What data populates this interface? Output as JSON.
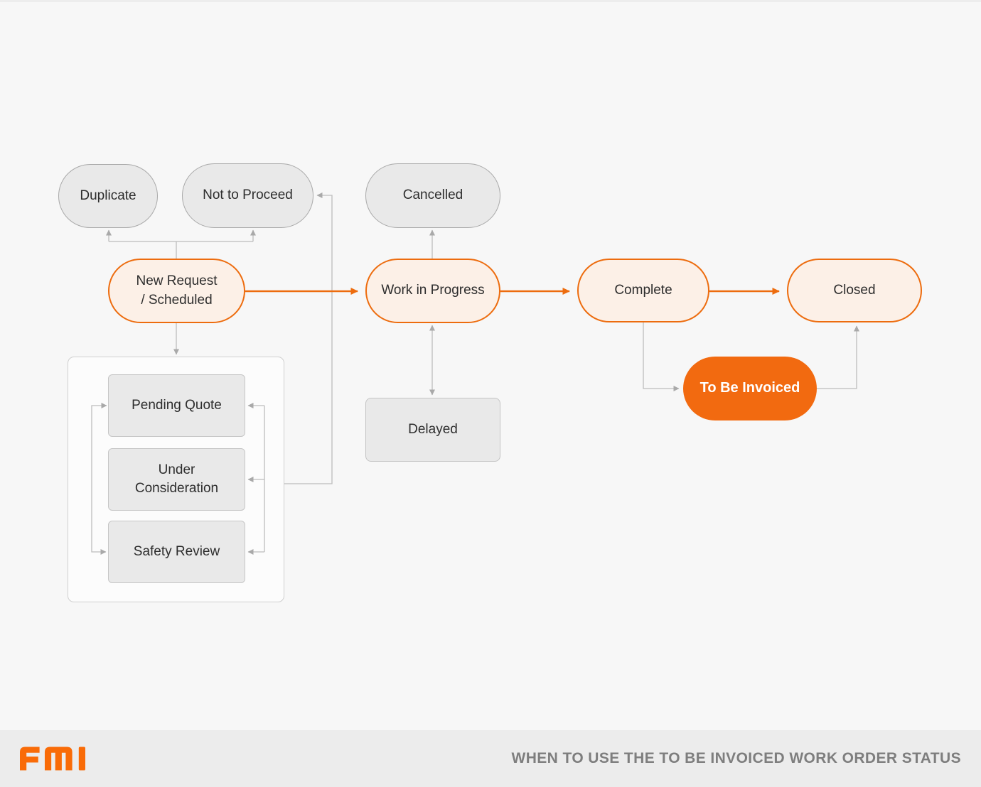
{
  "diagram": {
    "nodes": {
      "duplicate": {
        "label": "Duplicate"
      },
      "not_to_proceed": {
        "label": "Not to Proceed"
      },
      "cancelled": {
        "label": "Cancelled"
      },
      "new_request": {
        "label": "New Request\n/ Scheduled"
      },
      "work_in_progress": {
        "label": "Work in Progress"
      },
      "complete": {
        "label": "Complete"
      },
      "closed": {
        "label": "Closed"
      },
      "to_be_invoiced": {
        "label": "To Be Invoiced"
      },
      "delayed": {
        "label": "Delayed"
      },
      "pending_quote": {
        "label": "Pending Quote"
      },
      "under_consideration": {
        "label": "Under Consideration"
      },
      "safety_review": {
        "label": "Safety Review"
      }
    },
    "edges": [
      {
        "from": "new_request",
        "to": "duplicate",
        "style": "gray"
      },
      {
        "from": "new_request",
        "to": "not_to_proceed",
        "style": "gray"
      },
      {
        "from": "new_request",
        "to": "sub_status_container",
        "style": "gray"
      },
      {
        "from": "new_request",
        "to": "work_in_progress",
        "style": "orange"
      },
      {
        "from": "work_in_progress",
        "to": "cancelled",
        "style": "gray"
      },
      {
        "from": "work_in_progress",
        "to": "delayed",
        "style": "gray",
        "bidirectional": true
      },
      {
        "from": "work_in_progress",
        "to": "complete",
        "style": "orange"
      },
      {
        "from": "complete",
        "to": "closed",
        "style": "orange"
      },
      {
        "from": "complete",
        "to": "to_be_invoiced",
        "style": "gray"
      },
      {
        "from": "to_be_invoiced",
        "to": "closed",
        "style": "gray"
      },
      {
        "from": "sub_status_container",
        "to": "not_to_proceed",
        "style": "gray"
      },
      {
        "from": "pending_quote",
        "to": "safety_review",
        "style": "gray",
        "bidirectional": true
      },
      {
        "from": "sub_status_loop",
        "to": "pending_quote, under_consideration, safety_review",
        "style": "gray"
      }
    ]
  },
  "footer": {
    "logo": "FMI",
    "title": "WHEN TO USE THE TO BE INVOICED WORK ORDER STATUS"
  },
  "colors": {
    "accent_orange": "#ED6C0E",
    "light_orange_fill": "#FCF0E7",
    "solid_orange_fill": "#F26A10",
    "logo_orange": "#F96B07",
    "gray_fill": "#E9E9E9",
    "connector_gray": "#BDBDBD",
    "background": "#F7F7F7",
    "footer_background": "#ECECEC",
    "footer_text": "#7E7E7E"
  }
}
